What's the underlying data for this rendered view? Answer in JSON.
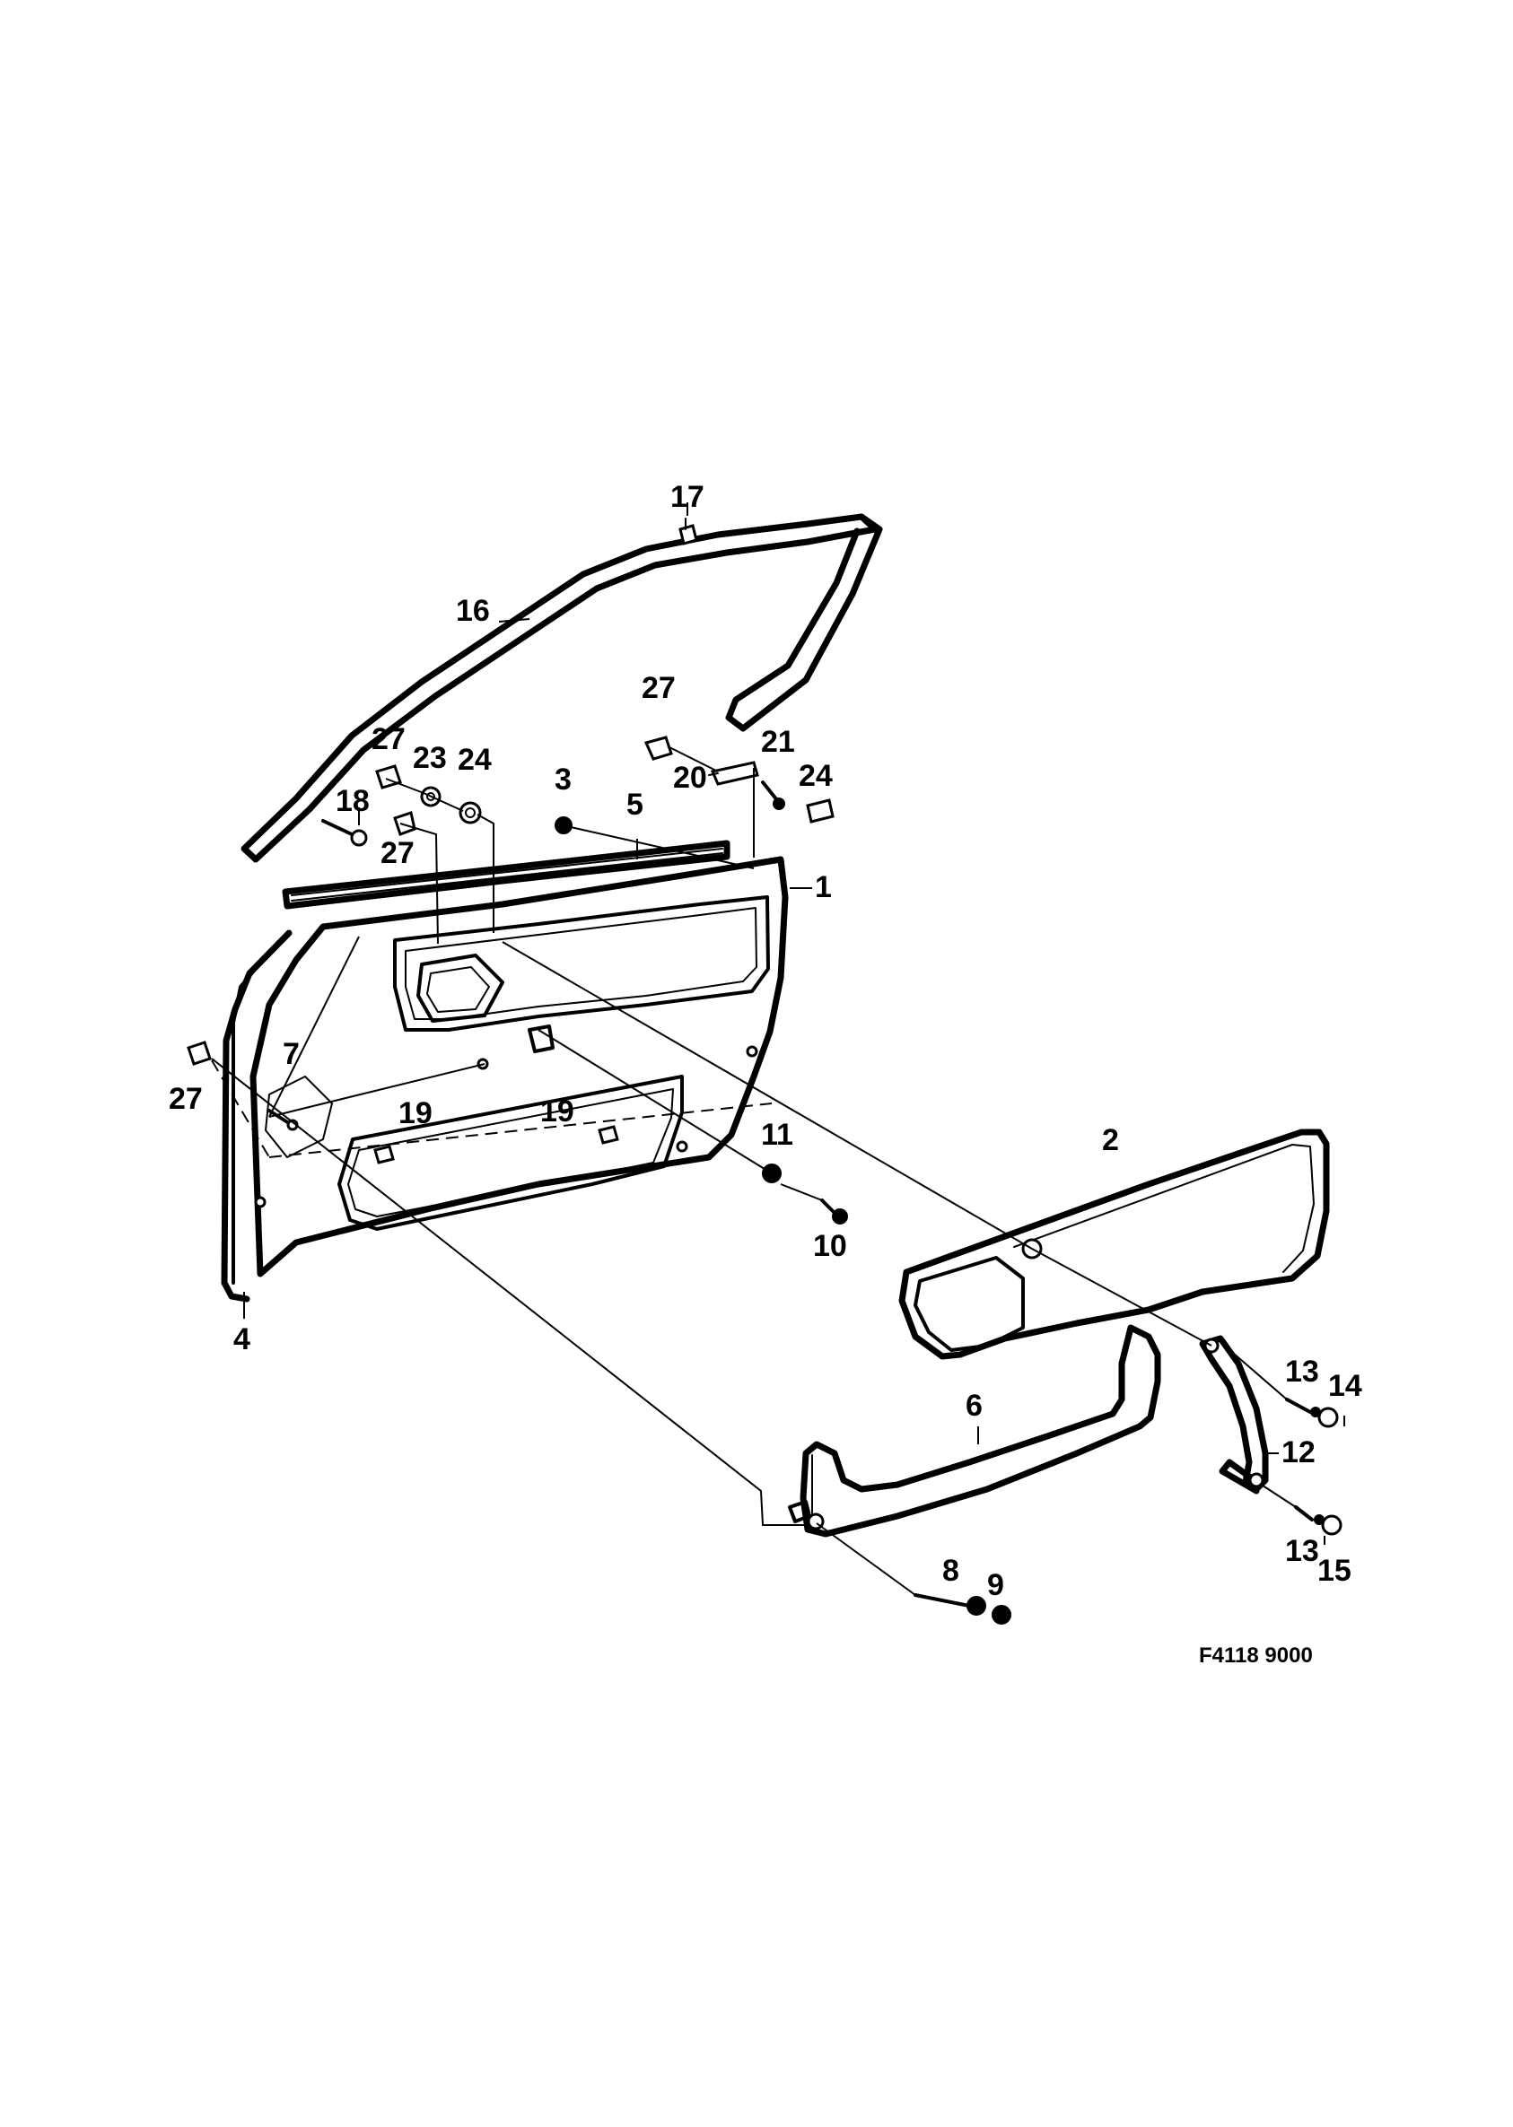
{
  "diagram": {
    "reference_code": "F4118 9000",
    "callouts": {
      "c1": "1",
      "c2": "2",
      "c3": "3",
      "c4": "4",
      "c5": "5",
      "c6": "6",
      "c7": "7",
      "c8": "8",
      "c9": "9",
      "c10": "10",
      "c11": "11",
      "c12": "12",
      "c13a": "13",
      "c13b": "13",
      "c14": "14",
      "c15": "15",
      "c16": "16",
      "c17": "17",
      "c18": "18",
      "c19a": "19",
      "c19b": "19",
      "c20": "20",
      "c21": "21",
      "c23": "23",
      "c24a": "24",
      "c24b": "24",
      "c27a": "27",
      "c27b": "27",
      "c27c": "27",
      "c27d": "27"
    }
  }
}
